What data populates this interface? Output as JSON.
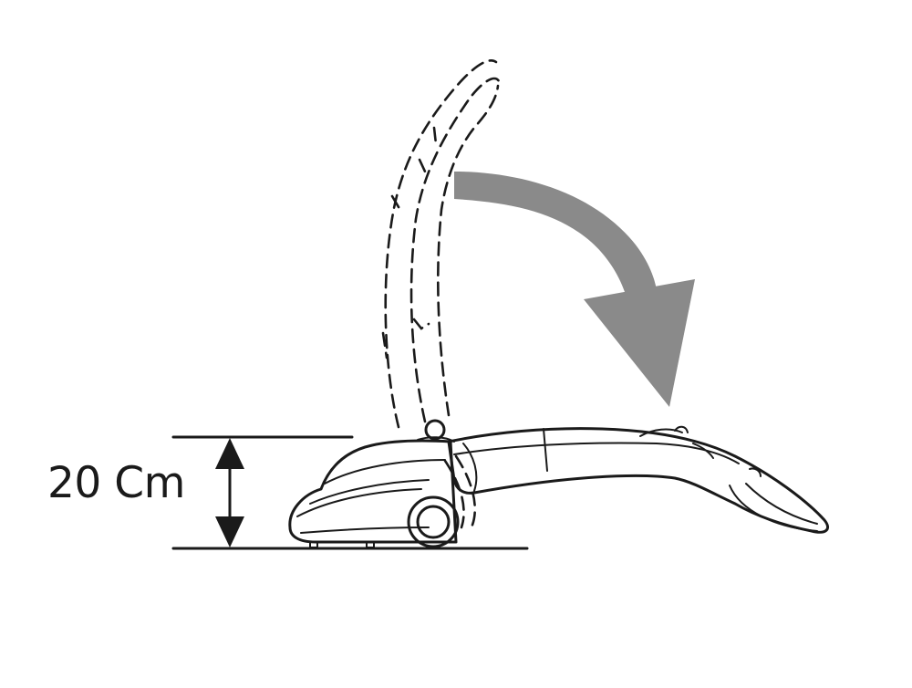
{
  "diagram": {
    "dimension": {
      "label": "20 Cm"
    },
    "colors": {
      "line": "#1a1a1a",
      "arrow": "#8a8a8a",
      "background": "#ffffff"
    },
    "icons": {
      "rotation": "curved-arrow-down-right",
      "measure": "double-headed-vertical-arrow"
    }
  }
}
